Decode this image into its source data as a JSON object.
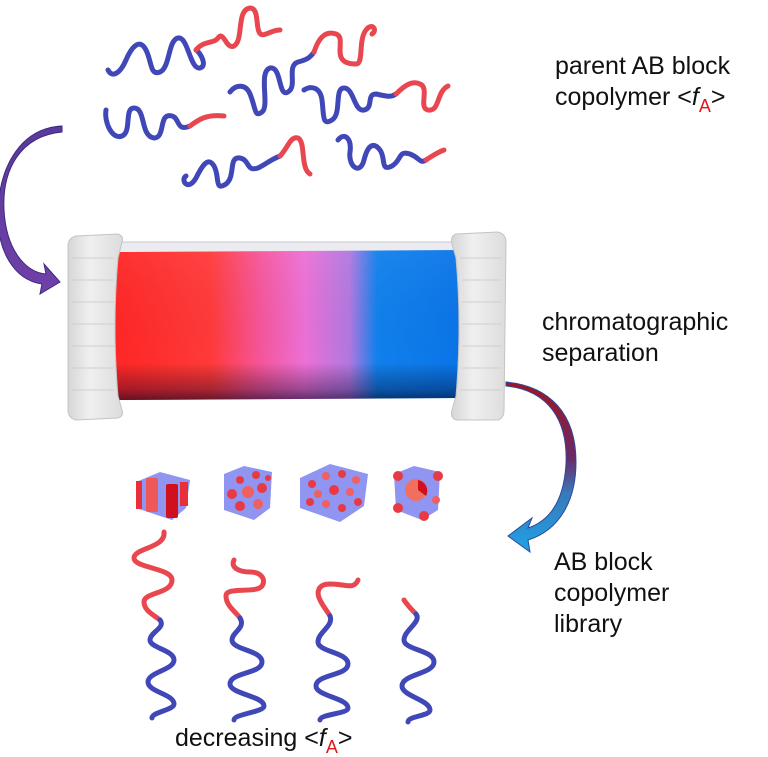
{
  "labels": {
    "parent": {
      "line1": "parent AB block",
      "line2_prefix": "copolymer <",
      "symbol": "f",
      "subscript": "A",
      "suffix": ">"
    },
    "separation": {
      "line1": "chromatographic",
      "line2": "separation"
    },
    "library": {
      "line1": "AB block",
      "line2": "copolymer",
      "line3": "library"
    },
    "decreasing": {
      "prefix": "decreasing <",
      "symbol": "f",
      "subscript": "A",
      "suffix": ">"
    }
  },
  "colors": {
    "block_A": "#e8474f",
    "block_B": "#4048b8",
    "subscript": "#e8141b",
    "arrow_in": "#6a3aa0",
    "arrow_out_start": "#a3141e",
    "arrow_out_end": "#1e9be0",
    "column_red": "#ff2a2a",
    "column_pink": "#f06ad0",
    "column_blue": "#0a7ff0",
    "endcap": "#e6e6e6"
  },
  "diagram": {
    "parent_chains": 6,
    "morphologies": [
      "cylinders",
      "spheres",
      "spheres-dense",
      "spheres-large"
    ],
    "library_chains": [
      {
        "name": "chain-1",
        "A_fraction": "high"
      },
      {
        "name": "chain-2",
        "A_fraction": "medium-high"
      },
      {
        "name": "chain-3",
        "A_fraction": "medium"
      },
      {
        "name": "chain-4",
        "A_fraction": "low"
      }
    ]
  }
}
